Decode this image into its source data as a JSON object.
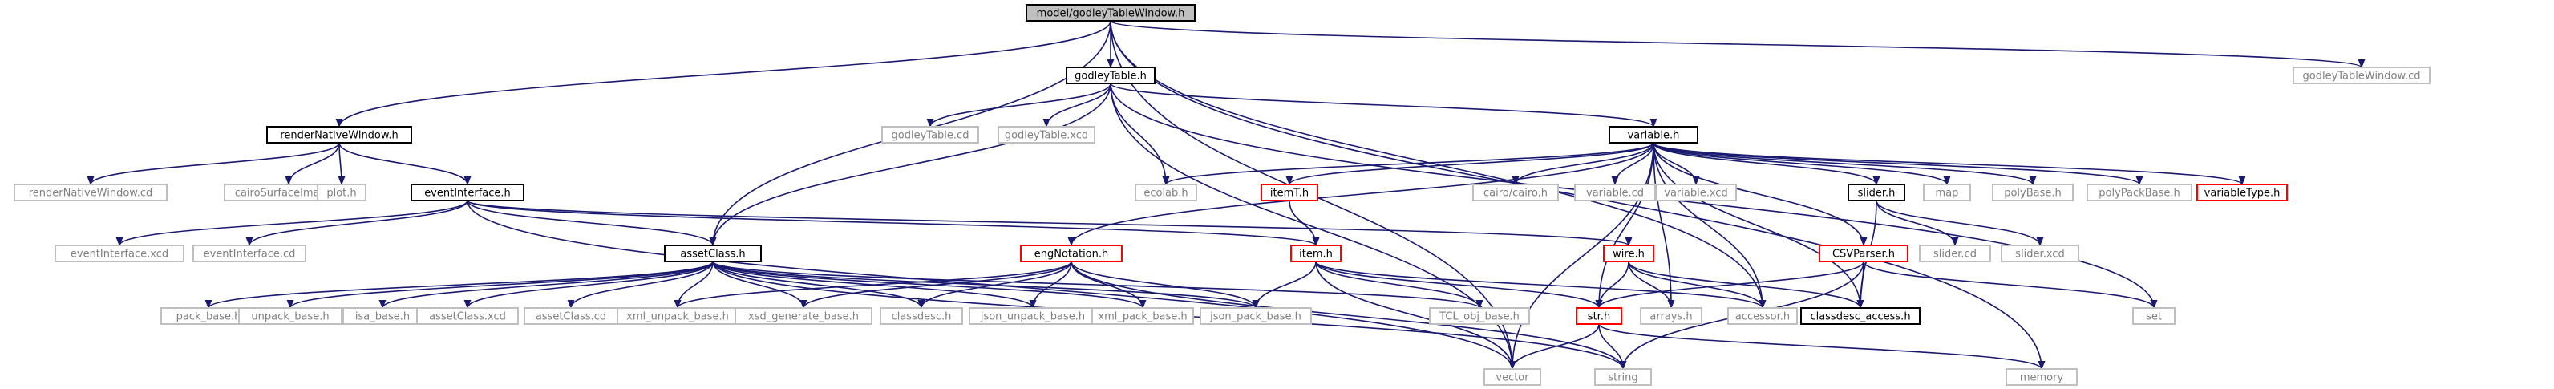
{
  "diagram": {
    "colors": {
      "edge": "#191970",
      "root_fill": "#bfbfbf",
      "normal_border": "#000000",
      "truncated_border": "#ff0000",
      "external_border": "#bfbfbf",
      "external_text": "#808080",
      "text": "#000000"
    },
    "nodes": [
      {
        "id": "root",
        "label": "model/godleyTableWindow.h",
        "kind": "root"
      },
      {
        "id": "godleyTable",
        "label": "godleyTable.h",
        "kind": "normal"
      },
      {
        "id": "gtwcd",
        "label": "godleyTableWindow.cd",
        "kind": "external"
      },
      {
        "id": "renderNativeWindow",
        "label": "renderNativeWindow.h",
        "kind": "normal"
      },
      {
        "id": "gtcd",
        "label": "godleyTable.cd",
        "kind": "external"
      },
      {
        "id": "gtxcd",
        "label": "godleyTable.xcd",
        "kind": "external"
      },
      {
        "id": "variable",
        "label": "variable.h",
        "kind": "normal"
      },
      {
        "id": "rnwcd",
        "label": "renderNativeWindow.cd",
        "kind": "external"
      },
      {
        "id": "cairoSurface",
        "label": "cairoSurfaceImage.h",
        "kind": "external"
      },
      {
        "id": "plot",
        "label": "plot.h",
        "kind": "external"
      },
      {
        "id": "ecolab",
        "label": "ecolab.h",
        "kind": "external"
      },
      {
        "id": "itemT",
        "label": "itemT.h",
        "kind": "truncated"
      },
      {
        "id": "cairo",
        "label": "cairo/cairo.h",
        "kind": "external"
      },
      {
        "id": "varcd",
        "label": "variable.cd",
        "kind": "external"
      },
      {
        "id": "varxcd",
        "label": "variable.xcd",
        "kind": "external"
      },
      {
        "id": "slider",
        "label": "slider.h",
        "kind": "normal"
      },
      {
        "id": "map",
        "label": "map",
        "kind": "external"
      },
      {
        "id": "polyBase",
        "label": "polyBase.h",
        "kind": "external"
      },
      {
        "id": "polyPackBase",
        "label": "polyPackBase.h",
        "kind": "external"
      },
      {
        "id": "variableType",
        "label": "variableType.h",
        "kind": "truncated"
      },
      {
        "id": "eventInterface",
        "label": "eventInterface.h",
        "kind": "normal"
      },
      {
        "id": "eixcd",
        "label": "eventInterface.xcd",
        "kind": "external"
      },
      {
        "id": "eicd",
        "label": "eventInterface.cd",
        "kind": "external"
      },
      {
        "id": "engNotation",
        "label": "engNotation.h",
        "kind": "truncated"
      },
      {
        "id": "item",
        "label": "item.h",
        "kind": "truncated"
      },
      {
        "id": "wire",
        "label": "wire.h",
        "kind": "truncated"
      },
      {
        "id": "CSVParser",
        "label": "CSVParser.h",
        "kind": "truncated"
      },
      {
        "id": "slidercd",
        "label": "slider.cd",
        "kind": "external"
      },
      {
        "id": "sliderxcd",
        "label": "slider.xcd",
        "kind": "external"
      },
      {
        "id": "assetClass",
        "label": "assetClass.h",
        "kind": "normal"
      },
      {
        "id": "pack_base",
        "label": "pack_base.h",
        "kind": "external"
      },
      {
        "id": "unpack_base",
        "label": "unpack_base.h",
        "kind": "external"
      },
      {
        "id": "isa_base",
        "label": "isa_base.h",
        "kind": "external"
      },
      {
        "id": "acxcd",
        "label": "assetClass.xcd",
        "kind": "external"
      },
      {
        "id": "accd",
        "label": "assetClass.cd",
        "kind": "external"
      },
      {
        "id": "xml_unpack_base",
        "label": "xml_unpack_base.h",
        "kind": "external"
      },
      {
        "id": "xsd_generate_base",
        "label": "xsd_generate_base.h",
        "kind": "external"
      },
      {
        "id": "classdesc",
        "label": "classdesc.h",
        "kind": "external"
      },
      {
        "id": "json_unpack_base",
        "label": "json_unpack_base.h",
        "kind": "external"
      },
      {
        "id": "xml_pack_base",
        "label": "xml_pack_base.h",
        "kind": "external"
      },
      {
        "id": "json_pack_base",
        "label": "json_pack_base.h",
        "kind": "external"
      },
      {
        "id": "TCL_obj_base",
        "label": "TCL_obj_base.h",
        "kind": "external"
      },
      {
        "id": "str",
        "label": "str.h",
        "kind": "truncated"
      },
      {
        "id": "arrays",
        "label": "arrays.h",
        "kind": "external"
      },
      {
        "id": "accessor",
        "label": "accessor.h",
        "kind": "external"
      },
      {
        "id": "classdesc_access",
        "label": "classdesc_access.h",
        "kind": "normal"
      },
      {
        "id": "set",
        "label": "set",
        "kind": "external"
      },
      {
        "id": "vector",
        "label": "vector",
        "kind": "external"
      },
      {
        "id": "string",
        "label": "string",
        "kind": "external"
      },
      {
        "id": "memory",
        "label": "memory",
        "kind": "external"
      }
    ],
    "edges": [
      [
        "root",
        "godleyTable"
      ],
      [
        "root",
        "gtwcd"
      ],
      [
        "root",
        "renderNativeWindow"
      ],
      [
        "root",
        "assetClass"
      ],
      [
        "root",
        "vector"
      ],
      [
        "root",
        "memory"
      ],
      [
        "root",
        "accessor"
      ],
      [
        "godleyTable",
        "gtcd"
      ],
      [
        "godleyTable",
        "gtxcd"
      ],
      [
        "godleyTable",
        "variable"
      ],
      [
        "godleyTable",
        "ecolab"
      ],
      [
        "godleyTable",
        "assetClass"
      ],
      [
        "godleyTable",
        "set"
      ],
      [
        "godleyTable",
        "vector"
      ],
      [
        "renderNativeWindow",
        "rnwcd"
      ],
      [
        "renderNativeWindow",
        "cairoSurface"
      ],
      [
        "renderNativeWindow",
        "plot"
      ],
      [
        "renderNativeWindow",
        "eventInterface"
      ],
      [
        "variable",
        "ecolab"
      ],
      [
        "variable",
        "itemT"
      ],
      [
        "variable",
        "cairo"
      ],
      [
        "variable",
        "varcd"
      ],
      [
        "variable",
        "varxcd"
      ],
      [
        "variable",
        "slider"
      ],
      [
        "variable",
        "map"
      ],
      [
        "variable",
        "polyBase"
      ],
      [
        "variable",
        "polyPackBase"
      ],
      [
        "variable",
        "variableType"
      ],
      [
        "variable",
        "engNotation"
      ],
      [
        "variable",
        "CSVParser"
      ],
      [
        "variable",
        "str"
      ],
      [
        "variable",
        "arrays"
      ],
      [
        "variable",
        "accessor"
      ],
      [
        "variable",
        "classdesc_access"
      ],
      [
        "variable",
        "vector"
      ],
      [
        "eventInterface",
        "eixcd"
      ],
      [
        "eventInterface",
        "eicd"
      ],
      [
        "eventInterface",
        "item"
      ],
      [
        "eventInterface",
        "assetClass"
      ],
      [
        "eventInterface",
        "wire"
      ],
      [
        "eventInterface",
        "vector"
      ],
      [
        "itemT",
        "item"
      ],
      [
        "slider",
        "slidercd"
      ],
      [
        "slider",
        "sliderxcd"
      ],
      [
        "slider",
        "classdesc_access"
      ],
      [
        "assetClass",
        "pack_base"
      ],
      [
        "assetClass",
        "unpack_base"
      ],
      [
        "assetClass",
        "isa_base"
      ],
      [
        "assetClass",
        "acxcd"
      ],
      [
        "assetClass",
        "accd"
      ],
      [
        "assetClass",
        "xml_unpack_base"
      ],
      [
        "assetClass",
        "xsd_generate_base"
      ],
      [
        "assetClass",
        "classdesc"
      ],
      [
        "assetClass",
        "json_unpack_base"
      ],
      [
        "assetClass",
        "xml_pack_base"
      ],
      [
        "assetClass",
        "json_pack_base"
      ],
      [
        "assetClass",
        "TCL_obj_base"
      ],
      [
        "assetClass",
        "string"
      ],
      [
        "engNotation",
        "xsd_generate_base"
      ],
      [
        "engNotation",
        "classdesc"
      ],
      [
        "engNotation",
        "json_unpack_base"
      ],
      [
        "engNotation",
        "xml_pack_base"
      ],
      [
        "engNotation",
        "json_pack_base"
      ],
      [
        "engNotation",
        "xml_unpack_base"
      ],
      [
        "engNotation",
        "string"
      ],
      [
        "item",
        "json_pack_base"
      ],
      [
        "item",
        "TCL_obj_base"
      ],
      [
        "item",
        "str"
      ],
      [
        "item",
        "accessor"
      ],
      [
        "item",
        "vector"
      ],
      [
        "wire",
        "arrays"
      ],
      [
        "wire",
        "accessor"
      ],
      [
        "wire",
        "classdesc_access"
      ],
      [
        "wire",
        "str"
      ],
      [
        "CSVParser",
        "classdesc_access"
      ],
      [
        "CSVParser",
        "set"
      ],
      [
        "CSVParser",
        "string"
      ],
      [
        "CSVParser",
        "str"
      ],
      [
        "str",
        "vector"
      ],
      [
        "str",
        "string"
      ],
      [
        "str",
        "memory"
      ]
    ]
  }
}
